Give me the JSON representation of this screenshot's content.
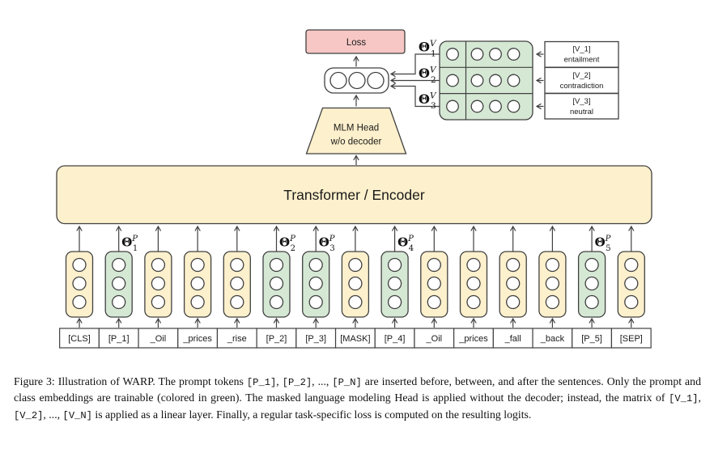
{
  "diagram": {
    "theta_symbol": "Θ",
    "loss_label": "Loss",
    "mlm_head_line1": "MLM Head",
    "mlm_head_line2": "w/o decoder",
    "transformer_label": "Transformer / Encoder",
    "tokens": [
      {
        "label": "[CLS]",
        "trainable": false
      },
      {
        "label": "[P_1]",
        "trainable": true,
        "theta": {
          "sup": "P",
          "sub": "1"
        }
      },
      {
        "label": "_Oil",
        "trainable": false
      },
      {
        "label": "_prices",
        "trainable": false
      },
      {
        "label": "_rise",
        "trainable": false
      },
      {
        "label": "[P_2]",
        "trainable": true,
        "theta": {
          "sup": "P",
          "sub": "2"
        }
      },
      {
        "label": "[P_3]",
        "trainable": true,
        "theta": {
          "sup": "P",
          "sub": "3"
        }
      },
      {
        "label": "[MASK]",
        "trainable": false
      },
      {
        "label": "[P_4]",
        "trainable": true,
        "theta": {
          "sup": "P",
          "sub": "4"
        }
      },
      {
        "label": "_Oil",
        "trainable": false
      },
      {
        "label": "_prices",
        "trainable": false
      },
      {
        "label": "_fall",
        "trainable": false
      },
      {
        "label": "_back",
        "trainable": false
      },
      {
        "label": "[P_5]",
        "trainable": true,
        "theta": {
          "sup": "P",
          "sub": "5"
        }
      },
      {
        "label": "[SEP]",
        "trainable": false
      }
    ],
    "verbalizers": [
      {
        "token": "[V_1]",
        "class_name": "entailment",
        "theta": {
          "sup": "V",
          "sub": "1"
        }
      },
      {
        "token": "[V_2]",
        "class_name": "contradiction",
        "theta": {
          "sup": "V",
          "sub": "2"
        }
      },
      {
        "token": "[V_3]",
        "class_name": "neutral",
        "theta": {
          "sup": "V",
          "sub": "3"
        }
      }
    ],
    "colors": {
      "trainable_fill": "#d5e8d4",
      "frozen_fill": "#fdf0cc",
      "loss_fill": "#f6c7c4",
      "stroke": "#404040"
    }
  },
  "caption": {
    "segments": [
      {
        "text": "Figure 3: Illustration of WARP. The prompt tokens "
      },
      {
        "text": "[P_1]",
        "mono": true
      },
      {
        "text": ", "
      },
      {
        "text": "[P_2]",
        "mono": true
      },
      {
        "text": ", ..., "
      },
      {
        "text": "[P_N]",
        "mono": true
      },
      {
        "text": " are inserted before, between, and after the sentences. Only the prompt and class embeddings are trainable (colored in green). The masked language modeling Head is applied without the decoder; instead, the matrix of "
      },
      {
        "text": "[V_1]",
        "mono": true
      },
      {
        "text": ", "
      },
      {
        "text": "[V_2]",
        "mono": true
      },
      {
        "text": ", ..., "
      },
      {
        "text": "[V_N]",
        "mono": true
      },
      {
        "text": " is applied as a linear layer. Finally, a regular task-specific loss is computed on the resulting logits."
      }
    ]
  }
}
